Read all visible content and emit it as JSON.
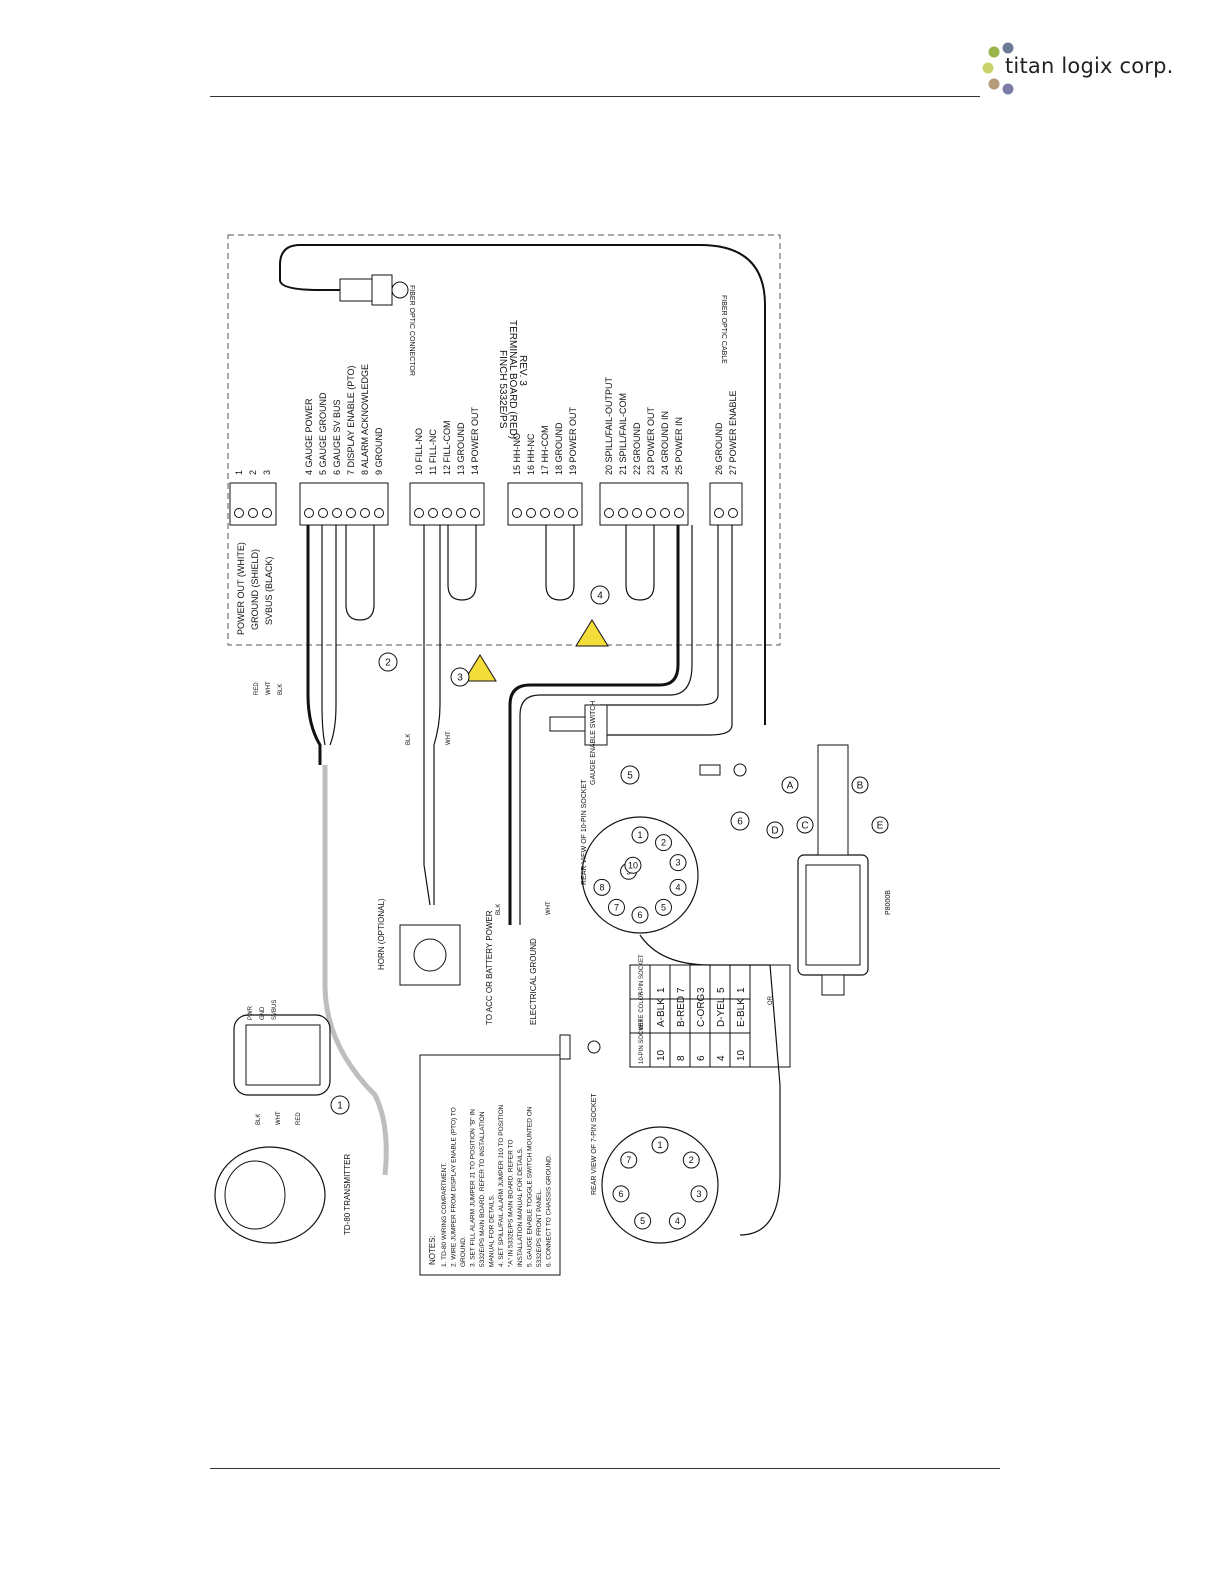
{
  "brand": {
    "name": "titan logix corp.",
    "dot_colors": [
      "#9bb44a",
      "#6b7a99",
      "#c9d36a",
      "#b59a7c",
      "#7c7ca8"
    ]
  },
  "board": {
    "title": "FINCH 5332E/PS",
    "subtitle": "TERMINAL BOARD (RED)",
    "rev": "REV. 3"
  },
  "fiber": {
    "connector": "FIBER OPTIC CONNECTOR",
    "cable": "FIBER OPTIC CABLE"
  },
  "left_labels": [
    "POWER OUT (WHITE)",
    "GROUND (SHIELD)",
    "SVBUS (BLACK)"
  ],
  "terminals": [
    {
      "num": "1",
      "label": ""
    },
    {
      "num": "2",
      "label": ""
    },
    {
      "num": "3",
      "label": ""
    },
    {
      "num": "4",
      "label": "GAUGE POWER"
    },
    {
      "num": "5",
      "label": "GAUGE GROUND"
    },
    {
      "num": "6",
      "label": "GAUGE SV BUS"
    },
    {
      "num": "7",
      "label": "DISPLAY ENABLE (PTO)"
    },
    {
      "num": "8",
      "label": "ALARM ACKNOWLEDGE"
    },
    {
      "num": "9",
      "label": "GROUND"
    },
    {
      "num": "10",
      "label": "FILL-NO"
    },
    {
      "num": "11",
      "label": "FILL-NC"
    },
    {
      "num": "12",
      "label": "FILL-COM"
    },
    {
      "num": "13",
      "label": "GROUND"
    },
    {
      "num": "14",
      "label": "POWER OUT"
    },
    {
      "num": "15",
      "label": "HH-NO"
    },
    {
      "num": "16",
      "label": "HH-NC"
    },
    {
      "num": "17",
      "label": "HH-COM"
    },
    {
      "num": "18",
      "label": "GROUND"
    },
    {
      "num": "19",
      "label": "POWER OUT"
    },
    {
      "num": "20",
      "label": "SPILL/FAIL-OUTPUT"
    },
    {
      "num": "21",
      "label": "SPILL/FAIL-COM"
    },
    {
      "num": "22",
      "label": "GROUND"
    },
    {
      "num": "23",
      "label": "POWER OUT"
    },
    {
      "num": "24",
      "label": "GROUND IN"
    },
    {
      "num": "25",
      "label": "POWER IN"
    },
    {
      "num": "26",
      "label": "GROUND"
    },
    {
      "num": "27",
      "label": "POWER ENABLE"
    }
  ],
  "wire_labels": {
    "red": "RED",
    "wht": "WHT",
    "blk": "BLK"
  },
  "transmitter": {
    "name": "TD-80 TRANSMITTER",
    "terminal_labels": [
      "PWR",
      "GND",
      "SVBUS"
    ]
  },
  "horn": "HORN (OPTIONAL)",
  "battery": "TO ACC OR BATTERY POWER",
  "electrical_ground": "ELECTRICAL GROUND",
  "switch": "GAUGE ENABLE SWITCH",
  "socket10": {
    "name": "REAR VIEW OF 10-PIN SOCKET",
    "pins": [
      "1",
      "2",
      "3",
      "4",
      "5",
      "6",
      "7",
      "8",
      "9",
      "10"
    ]
  },
  "socket7": {
    "name": "REAR VIEW OF 7-PIN SOCKET",
    "pins": [
      "1",
      "2",
      "3",
      "4",
      "5",
      "6",
      "7"
    ]
  },
  "callouts": [
    "1",
    "2",
    "3",
    "4",
    "5",
    "6"
  ],
  "connector_letters": [
    "A",
    "B",
    "C",
    "D",
    "E"
  ],
  "part_number": "P8000B",
  "or_label": "OR",
  "wire_table": {
    "headers": [
      "7-PIN SOCKET",
      "WIRE COLOR",
      "10-PIN SOCKET"
    ],
    "rows": [
      [
        "1",
        "A-BLK",
        "10"
      ],
      [
        "7",
        "B-RED",
        "8"
      ],
      [
        "3",
        "C-ORG",
        "6"
      ],
      [
        "5",
        "D-YEL",
        "4"
      ],
      [
        "1",
        "E-BLK",
        "10"
      ]
    ]
  },
  "notes": {
    "title": "NOTES:",
    "lines": [
      "1. TD-80 WIRING COMPARTMENT.",
      "2. WIRE JUMPER FROM DISPLAY ENABLE (PTO) TO",
      "GROUND.",
      "3. SET FILL ALARM JUMPER J1 TO POSITION \"B\" IN",
      "5332E/PS MAIN BOARD. REFER TO INSTALLATION",
      "MANUAL FOR DETAILS.",
      "4. SET SPILL/FAIL ALARM JUMPER J10 TO POSITION",
      "\"A\" IN 5332E/PS MAIN BOARD. REFER TO",
      "INSTALLATION MANUAL FOR DETAILS.",
      "5. GAUGE ENABLE TOGGLE SWITCH MOUNTED ON",
      "5332E/PS FRONT PANEL.",
      "6. CONNECT TO CHASSIS GROUND."
    ]
  }
}
